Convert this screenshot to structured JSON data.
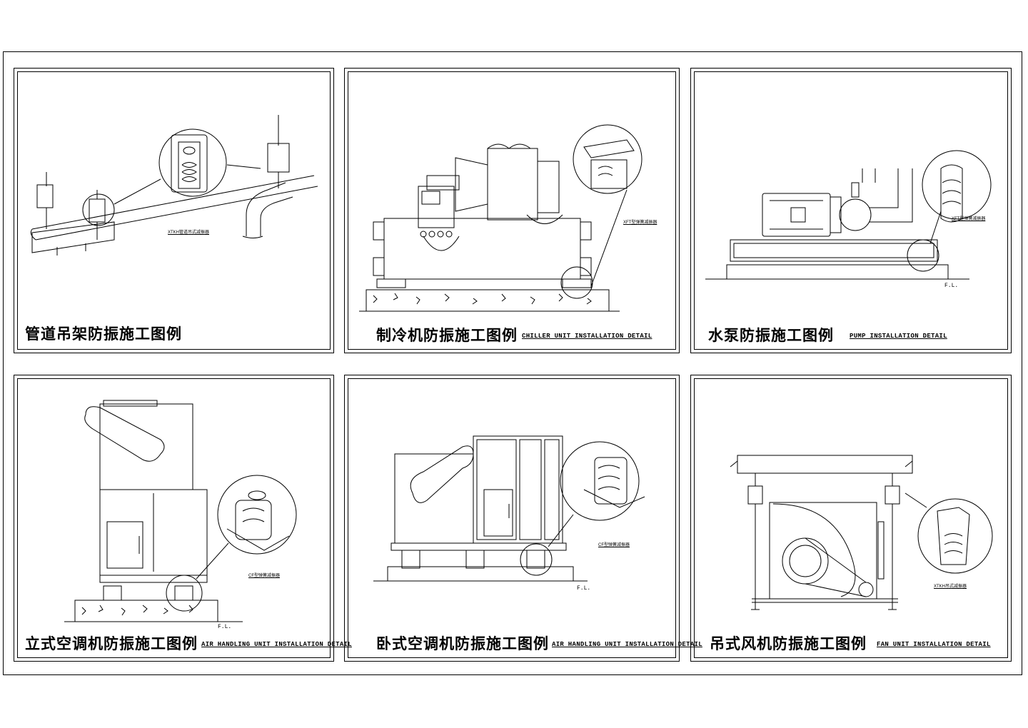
{
  "sheet": {
    "panels": [
      {
        "id": "pipe-hanger",
        "title_cn": "管道吊架防振施工图例",
        "title_en": "",
        "caption": "XTKH管道吊式减振器",
        "fl": ""
      },
      {
        "id": "chiller",
        "title_cn": "制冷机防振施工图例",
        "title_en": "CHILLER UNIT INSTALLATION DETAIL",
        "caption": "XFT型弹簧减振器",
        "fl": ""
      },
      {
        "id": "pump",
        "title_cn": "水泵防振施工图例",
        "title_en": "PUMP INSTALLATION DETAIL",
        "caption": "XFT型弹簧减振器",
        "fl": "F.L."
      },
      {
        "id": "ahu-vertical",
        "title_cn": "立式空调机防振施工图例",
        "title_en": "AIR HANDLING UNIT INSTALLATION DETAIL",
        "caption": "CF型弹簧减振器",
        "fl": "F.L."
      },
      {
        "id": "ahu-horizontal",
        "title_cn": "卧式空调机防振施工图例",
        "title_en": "AIR HANDLING UNIT INSTALLATION DETAIL",
        "caption": "CF型弹簧减振器",
        "fl": "F.L."
      },
      {
        "id": "fan",
        "title_cn": "吊式风机防振施工图例",
        "title_en": "FAN UNIT INSTALLATION DETAIL",
        "caption": "XTKH吊式减振器",
        "fl": ""
      }
    ]
  }
}
